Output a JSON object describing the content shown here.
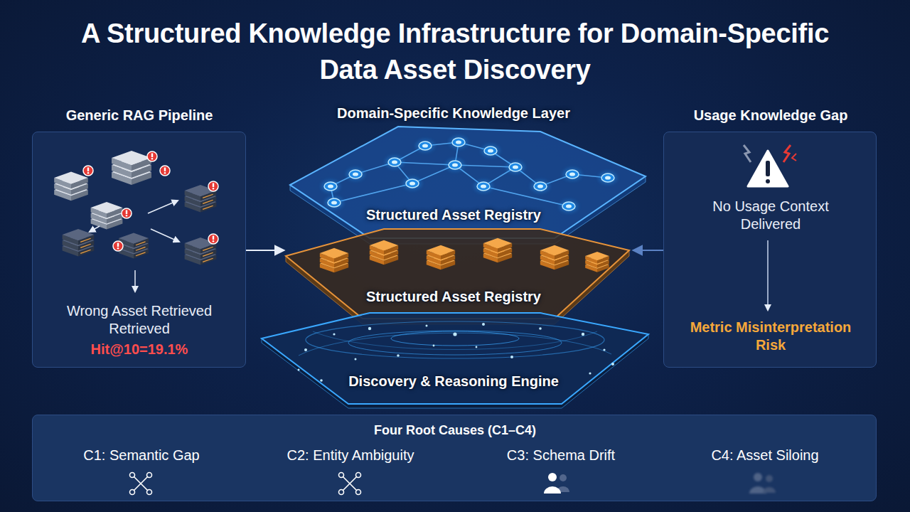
{
  "diagram": {
    "title": "A Structured Knowledge Infrastructure for Domain-Specific Data Asset Discovery",
    "nodes": [
      {
        "text": [
          "Generic RAG Pipeline",
          "Wrong Asset Retrieved Retrieved",
          "Hit@10=19.1%"
        ]
      },
      {
        "text": [
          "Domain-Specific Knowledge Layer",
          "Structured Asset Registry"
        ]
      },
      {
        "text": [
          "Structured Asset Registry"
        ]
      },
      {
        "text": [
          "Discovery & Reasoning Engine"
        ]
      },
      {
        "text": [
          "Usage Knowledge Gap",
          "No Usage Context Delivered",
          "Metric Misinterpretation Risk"
        ]
      },
      {
        "text": [
          "Four Root Causes (C1–C4)",
          "C1: Semantic Gap",
          "C2: Entity Ambiguity",
          "C3: Schema Drift",
          "C4: Asset Siloing"
        ]
      }
    ],
    "edges": [
      {
        "from": 0,
        "to": 2,
        "arrow": "to"
      },
      {
        "from": 4,
        "to": 2,
        "arrow": "to"
      }
    ]
  }
}
